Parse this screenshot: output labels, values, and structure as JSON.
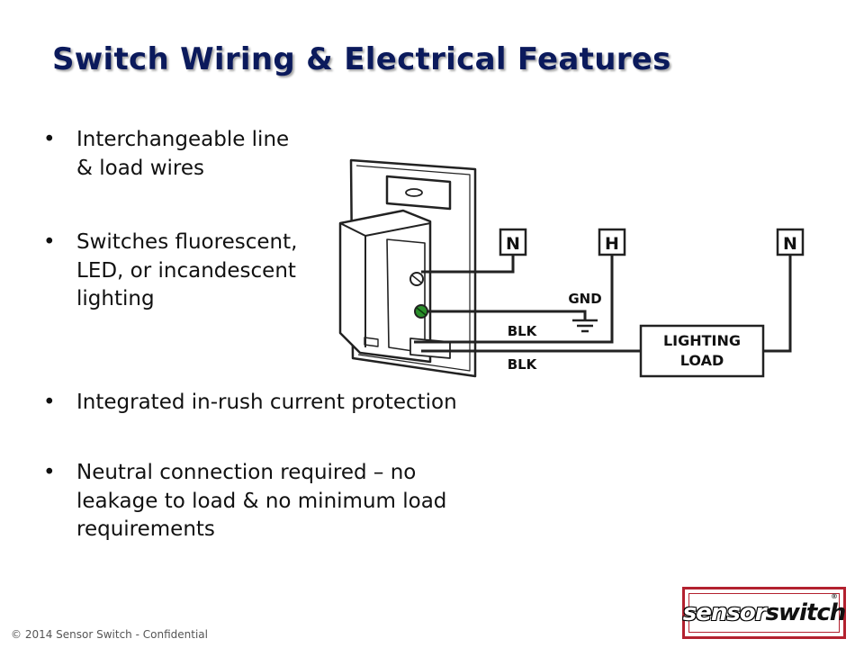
{
  "slide": {
    "title": "Switch Wiring & Electrical Features",
    "bullets": [
      "Interchangeable line & load wires",
      "Switches fluorescent, LED, or incandescent lighting",
      "Integrated in-rush current protection",
      "Neutral connection required – no leakage to load & no minimum load requirements"
    ],
    "bullet_symbol": "•",
    "footer": "© 2014 Sensor Switch - Confidential"
  },
  "diagram": {
    "terminals": [
      "N",
      "H",
      "N"
    ],
    "labels": {
      "gnd": "GND",
      "blk_top": "BLK",
      "blk_bottom": "BLK"
    },
    "load_box": [
      "LIGHTING",
      "LOAD"
    ]
  },
  "logo": {
    "part1": "sensor",
    "part2": "switch",
    "mark": "®",
    "border_color": "#b3212f"
  },
  "colors": {
    "title": "#0b1a5c",
    "screw_green": "#2a8f2a"
  }
}
